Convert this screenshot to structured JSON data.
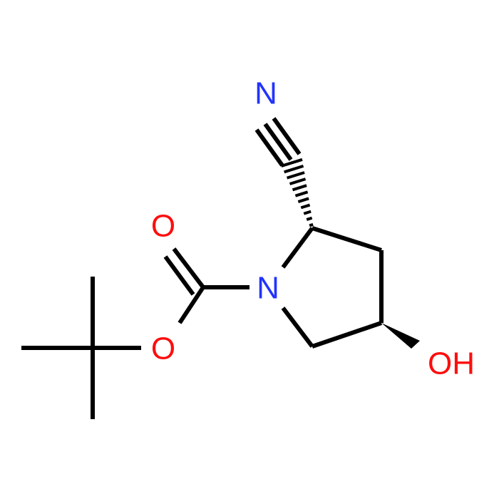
{
  "colors": {
    "bond": "#000000",
    "nitrogen": "#2233ff",
    "oxygen": "#ff0d0d",
    "background": "#ffffff"
  },
  "atoms": {
    "nitrile_n": "N",
    "ring_n": "N",
    "carbonyl_o": "O",
    "ester_o": "O",
    "hydroxyl": "OH"
  }
}
